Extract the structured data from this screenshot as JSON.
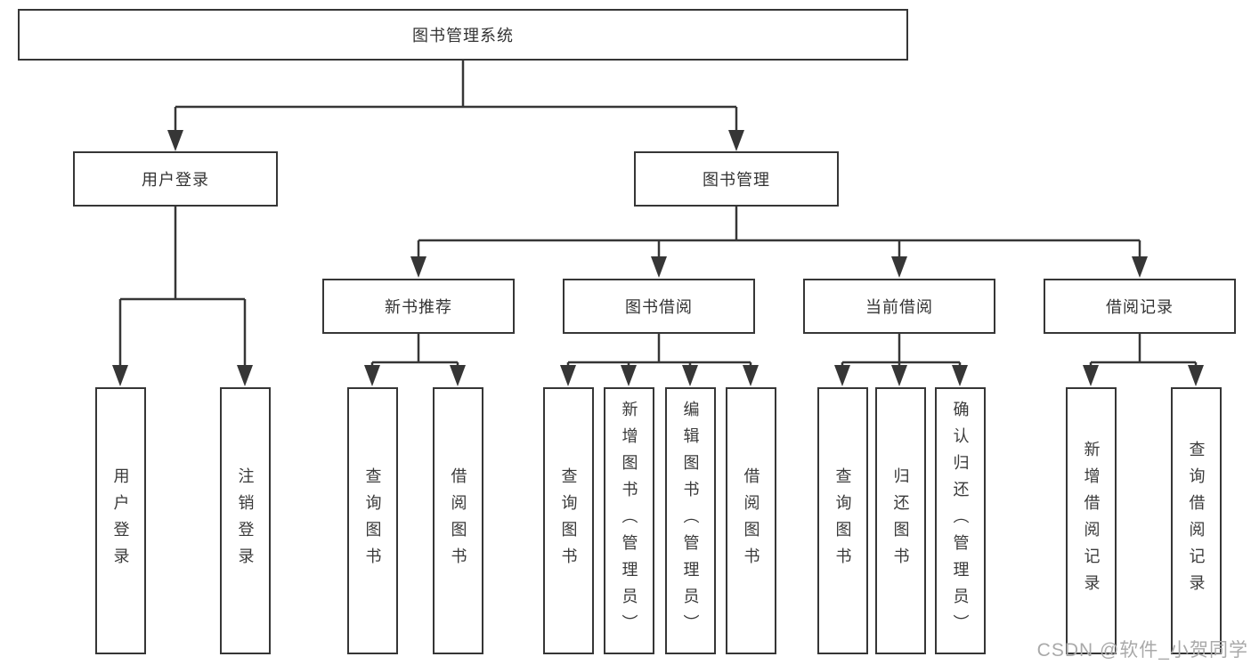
{
  "root": {
    "label": "图书管理系统"
  },
  "level2": [
    {
      "label": "用户登录"
    },
    {
      "label": "图书管理"
    }
  ],
  "level3": [
    {
      "label": "新书推荐",
      "parent": "图书管理"
    },
    {
      "label": "图书借阅",
      "parent": "图书管理"
    },
    {
      "label": "当前借阅",
      "parent": "图书管理"
    },
    {
      "label": "借阅记录",
      "parent": "图书管理"
    }
  ],
  "level4": [
    {
      "label": "用户登录",
      "parent": "用户登录"
    },
    {
      "label": "注销登录",
      "parent": "用户登录"
    },
    {
      "label": "查询图书",
      "parent": "新书推荐"
    },
    {
      "label": "借阅图书",
      "parent": "新书推荐"
    },
    {
      "label": "查询图书",
      "parent": "图书借阅"
    },
    {
      "label": "新增图书（管理员）",
      "parent": "图书借阅"
    },
    {
      "label": "编辑图书（管理员）",
      "parent": "图书借阅"
    },
    {
      "label": "借阅图书",
      "parent": "图书借阅"
    },
    {
      "label": "查询图书",
      "parent": "当前借阅"
    },
    {
      "label": "归还图书",
      "parent": "当前借阅"
    },
    {
      "label": "确认归还（管理员）",
      "parent": "当前借阅"
    },
    {
      "label": "新增借阅记录",
      "parent": "借阅记录"
    },
    {
      "label": "查询借阅记录",
      "parent": "借阅记录"
    }
  ],
  "watermark": {
    "text": "CSDN @软件_小贺同学"
  },
  "colors": {
    "line": "#363636",
    "border": "#363636",
    "text": "#333333",
    "watermark": "#a9a9a9",
    "background": "#ffffff"
  }
}
